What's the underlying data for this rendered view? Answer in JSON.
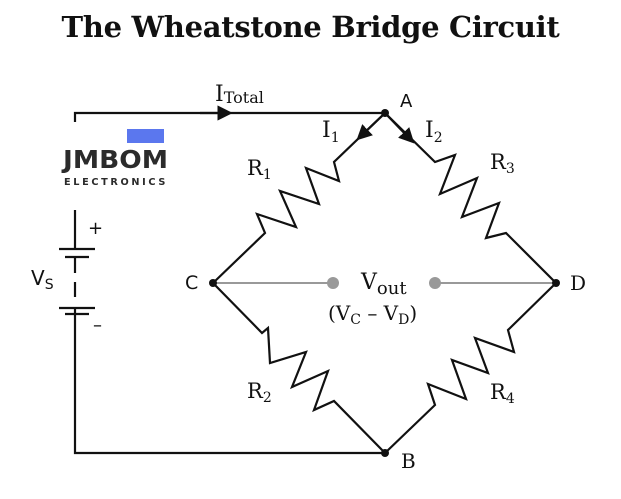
{
  "title": "The Wheatstone Bridge Circuit",
  "logo": {
    "name": "JMBOM",
    "subtitle": "ELECTRONICS",
    "accent_color": "#5b77ee"
  },
  "nodes": {
    "a": "A",
    "b": "B",
    "c": "C",
    "d": "D"
  },
  "currents": {
    "total": {
      "main": "I",
      "sub": "Total"
    },
    "i1": {
      "main": "I",
      "sub": "1"
    },
    "i2": {
      "main": "I",
      "sub": "2"
    }
  },
  "resistors": {
    "r1": {
      "main": "R",
      "sub": "1"
    },
    "r2": {
      "main": "R",
      "sub": "2"
    },
    "r3": {
      "main": "R",
      "sub": "3"
    },
    "r4": {
      "main": "R",
      "sub": "4"
    }
  },
  "source": {
    "main": "V",
    "sub": "S",
    "plus": "+",
    "minus": "–"
  },
  "output": {
    "main": "V",
    "sub": "out",
    "formula_open": "(V",
    "formula_c": "C",
    "formula_mid": " – V",
    "formula_d": "D",
    "formula_close": ")"
  },
  "colors": {
    "wire": "#111111",
    "probe": "#999999"
  }
}
